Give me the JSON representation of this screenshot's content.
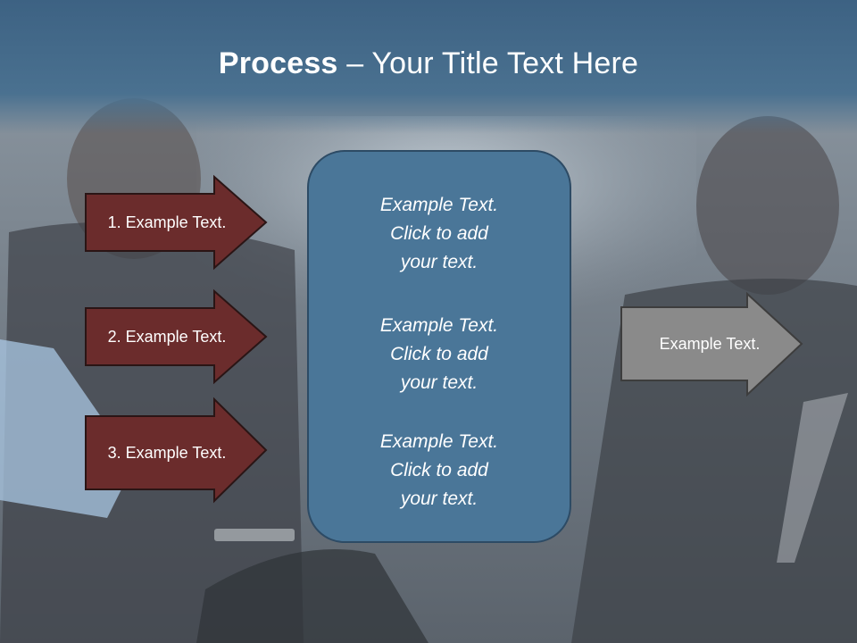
{
  "slide": {
    "title_bold": "Process",
    "title_rest": " – Your Title Text Here"
  },
  "left_arrows": [
    {
      "label": "1. Example Text."
    },
    {
      "label": "2. Example Text."
    },
    {
      "label": "3. Example Text."
    }
  ],
  "center_box": {
    "blocks": [
      {
        "line1": "Example Text.",
        "line2": "Click  to add",
        "line3": "your text."
      },
      {
        "line1": "Example Text.",
        "line2": "Click  to add",
        "line3": "your text."
      },
      {
        "line1": "Example Text.",
        "line2": "Click  to add",
        "line3": "your text."
      }
    ]
  },
  "right_arrow": {
    "label": "Example Text."
  },
  "colors": {
    "left_arrow_fill": "#6b2c2c",
    "right_arrow_fill": "#8a8a8a",
    "center_box_fill": "#4a7698",
    "title_band": "#3d6283"
  }
}
